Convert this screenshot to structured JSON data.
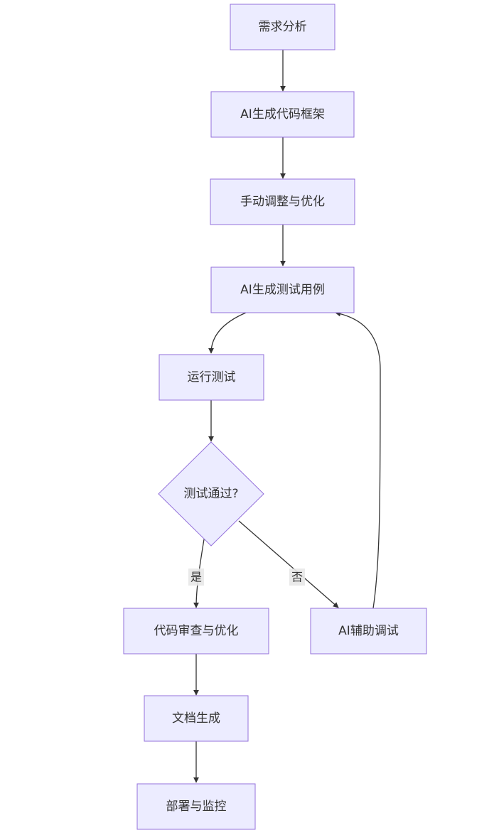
{
  "diagram": {
    "nodes": {
      "requirements_analysis": "需求分析",
      "ai_code_framework": "AI生成代码框架",
      "manual_adjust": "手动调整与优化",
      "ai_test_cases": "AI生成测试用例",
      "run_tests": "运行测试",
      "tests_passed": "测试通过?",
      "code_review": "代码审查与优化",
      "ai_debug": "AI辅助调试",
      "doc_generation": "文档生成",
      "deploy_monitor": "部署与监控"
    },
    "edge_labels": {
      "yes": "是",
      "no": "否"
    },
    "colors": {
      "node_fill": "#ECECFF",
      "node_stroke": "#9370DB",
      "edge": "#333333",
      "edge_label_bg": "#e8e8e8"
    }
  }
}
